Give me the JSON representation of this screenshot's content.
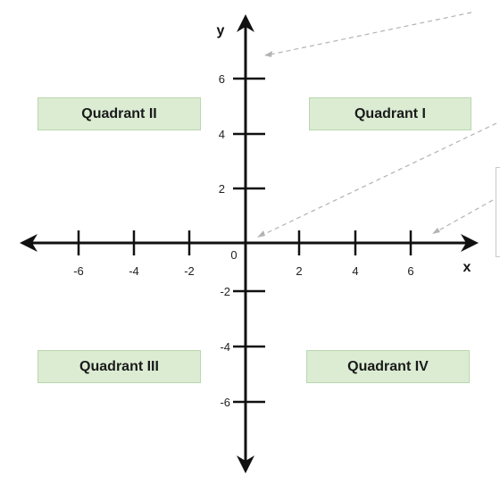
{
  "axes": {
    "x_label": "x",
    "y_label": "y",
    "origin_label": "0",
    "x_ticks": [
      "-6",
      "-4",
      "-2",
      "2",
      "4",
      "6"
    ],
    "y_ticks": [
      "6",
      "4",
      "2",
      "-2",
      "-4",
      "-6"
    ]
  },
  "quadrants": [
    {
      "label": "Quadrant II"
    },
    {
      "label": "Quadrant I"
    },
    {
      "label": "Quadrant III"
    },
    {
      "label": "Quadrant IV"
    }
  ],
  "colors": {
    "axis": "#111111",
    "quadrant_fill": "#dbecd3",
    "quadrant_border": "#b9d7ad",
    "leader_line": "#b3b3b3"
  }
}
